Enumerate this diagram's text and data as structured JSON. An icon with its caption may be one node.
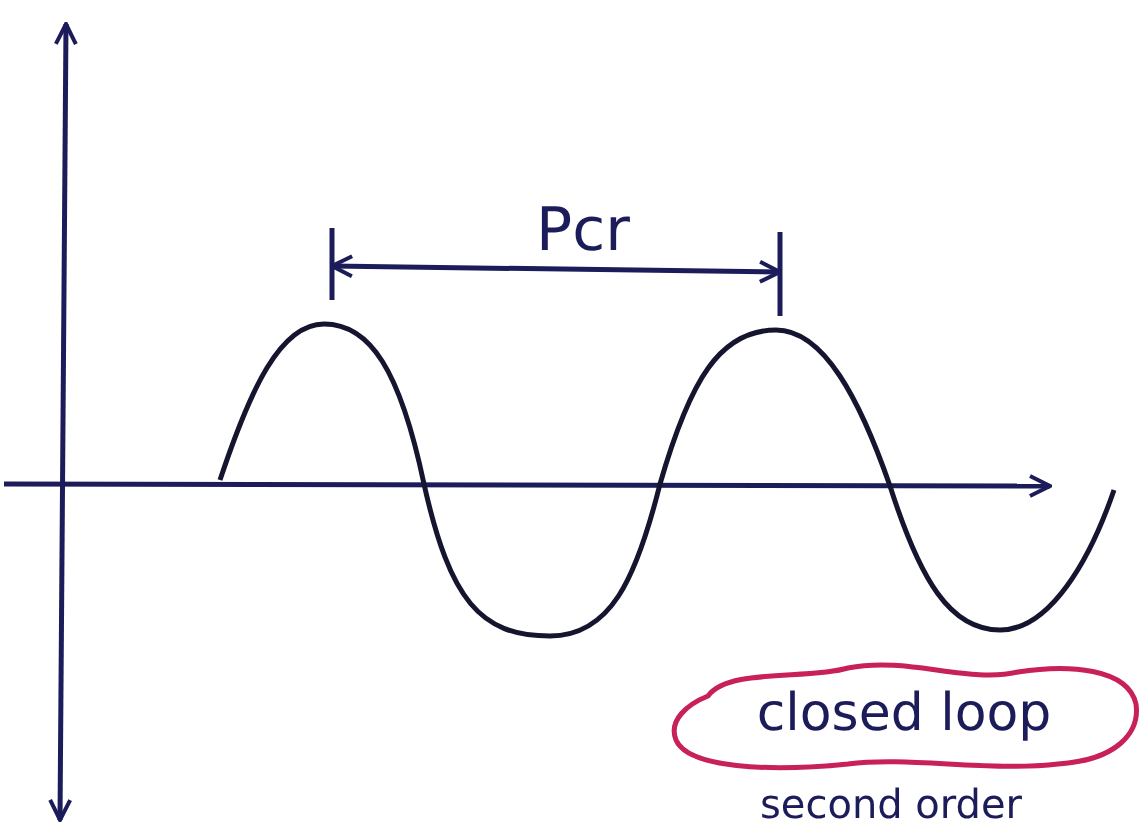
{
  "diagram": {
    "nodes": [
      {
        "text": [
          "closed loop"
        ]
      }
    ],
    "edges": [],
    "labels": [
      "Pcr",
      "second order"
    ]
  }
}
